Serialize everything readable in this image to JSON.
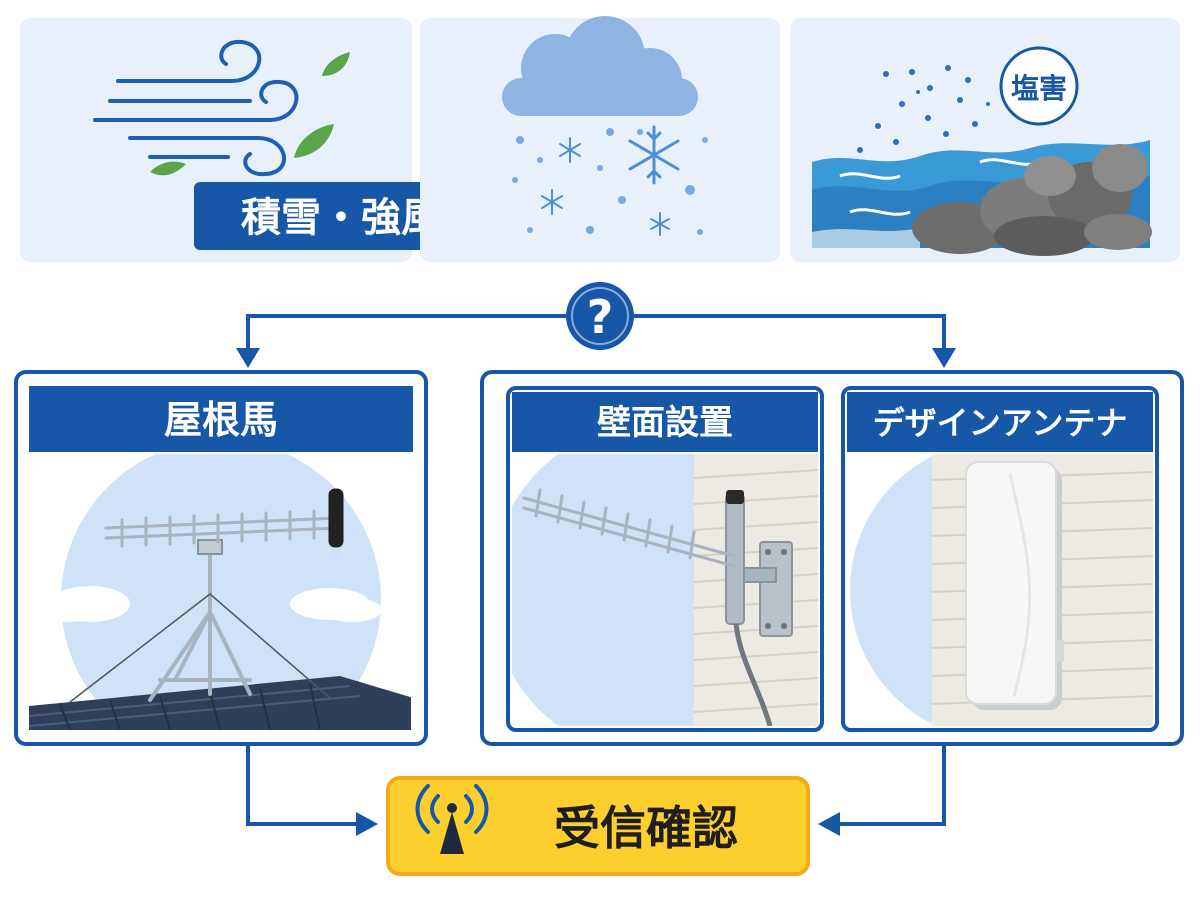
{
  "conditions": {
    "wind_snow_label": "積雪・強風",
    "salt_label": "塩害",
    "question_mark": "?"
  },
  "options": {
    "roof": {
      "label": "屋根馬"
    },
    "wall": {
      "label": "壁面設置"
    },
    "design": {
      "label": "デザインアンテナ"
    }
  },
  "result": {
    "label": "受信確認",
    "icon": "signal-tower-icon"
  },
  "colors": {
    "brand_blue": "#1657a8",
    "result_yellow": "#fccf2f",
    "result_border": "#f4a91a",
    "panel_bg": "#e8f1fb",
    "sky": "#cfe2f7"
  }
}
